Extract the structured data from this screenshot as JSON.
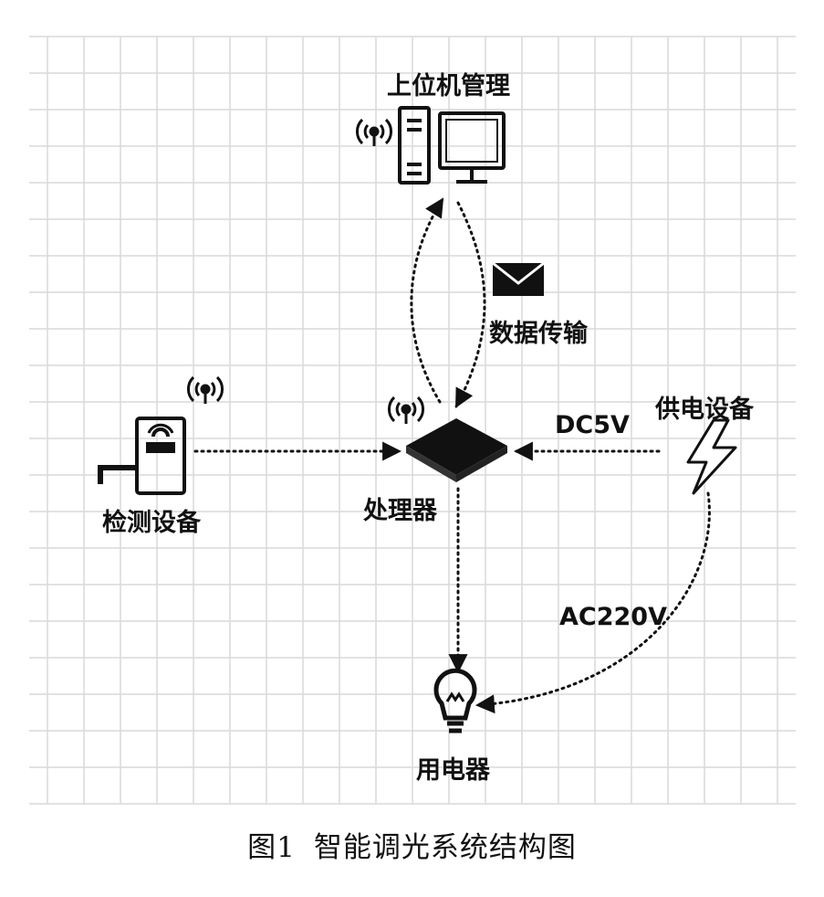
{
  "nodes": {
    "host": {
      "label": "上位机管理",
      "icon": "desktop-computer-icon"
    },
    "detector": {
      "label": "检测设备",
      "icon": "sensor-device-icon"
    },
    "processor": {
      "label": "处理器",
      "icon": "chip-icon"
    },
    "power": {
      "label": "供电设备",
      "icon": "lightning-icon"
    },
    "appliance": {
      "label": "用电器",
      "icon": "lightbulb-icon"
    }
  },
  "edges": {
    "data_transfer": {
      "label": "数据传输",
      "icon": "envelope-icon"
    },
    "dc": {
      "label": "DC5V"
    },
    "ac": {
      "label": "AC220V"
    }
  },
  "caption": {
    "number": "图1",
    "title": "智能调光系统结构图"
  },
  "colors": {
    "grid": "#d9d9d9",
    "ink": "#111111"
  }
}
